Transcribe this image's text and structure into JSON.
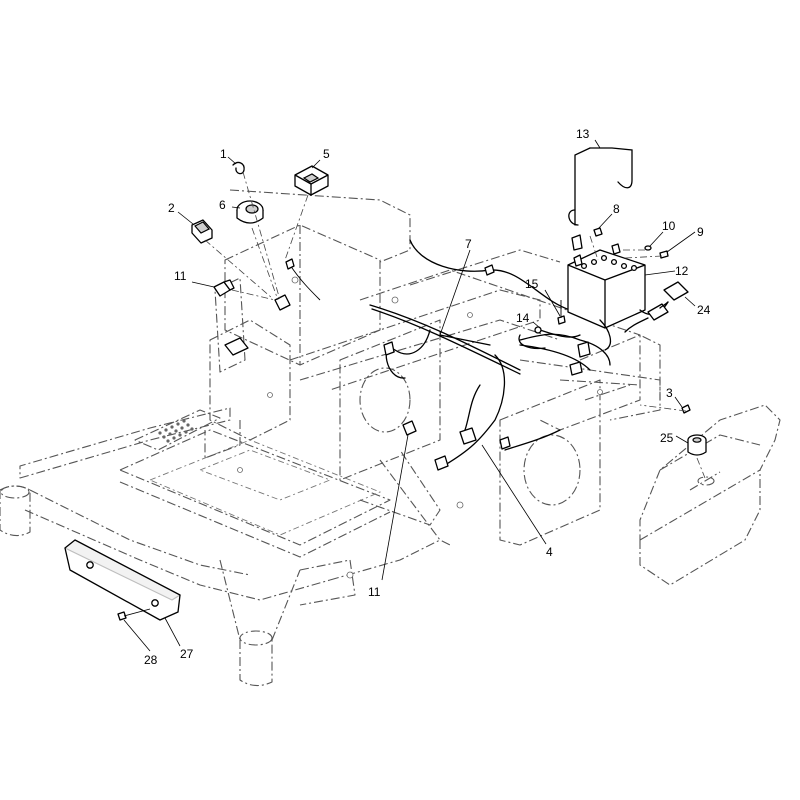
{
  "callouts": [
    {
      "id": "c1",
      "label": "1"
    },
    {
      "id": "c2",
      "label": "2"
    },
    {
      "id": "c3",
      "label": "3"
    },
    {
      "id": "c4",
      "label": "4"
    },
    {
      "id": "c5",
      "label": "5"
    },
    {
      "id": "c6",
      "label": "6"
    },
    {
      "id": "c7",
      "label": "7"
    },
    {
      "id": "c8",
      "label": "8"
    },
    {
      "id": "c9",
      "label": "9"
    },
    {
      "id": "c10",
      "label": "10"
    },
    {
      "id": "c11a",
      "label": "11"
    },
    {
      "id": "c11b",
      "label": "11"
    },
    {
      "id": "c12",
      "label": "12"
    },
    {
      "id": "c13",
      "label": "13"
    },
    {
      "id": "c14",
      "label": "14"
    },
    {
      "id": "c15",
      "label": "15"
    },
    {
      "id": "c24",
      "label": "24"
    },
    {
      "id": "c25",
      "label": "25"
    },
    {
      "id": "c27",
      "label": "27"
    },
    {
      "id": "c28",
      "label": "28"
    }
  ]
}
